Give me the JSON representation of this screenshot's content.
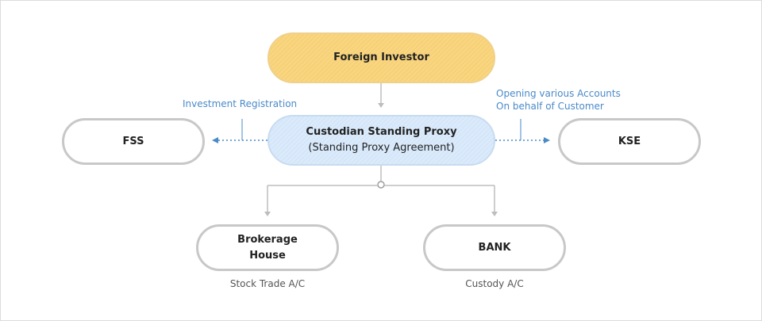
{
  "nodes": {
    "foreign_investor": "Foreign Investor",
    "custodian_title": "Custodian Standing Proxy",
    "custodian_sub": "(Standing Proxy Agreement)",
    "fss": "FSS",
    "kse": "KSE",
    "brokerage_line1": "Brokerage",
    "brokerage_line2": "House",
    "bank": "BANK"
  },
  "annotations": {
    "investment_registration": "Investment Registration",
    "opening_accounts_line1": "Opening various Accounts",
    "opening_accounts_line2": "On behalf of Customer"
  },
  "captions": {
    "stock_trade": "Stock Trade A/C",
    "custody": "Custody A/C"
  },
  "colors": {
    "investor_fill": "#f9d77f",
    "proxy_fill": "#dcebfb",
    "annotation_text": "#4a8ac9",
    "connector_gray": "#bdbdbd",
    "dotted_arrow_blue": "#4a8ac9"
  }
}
